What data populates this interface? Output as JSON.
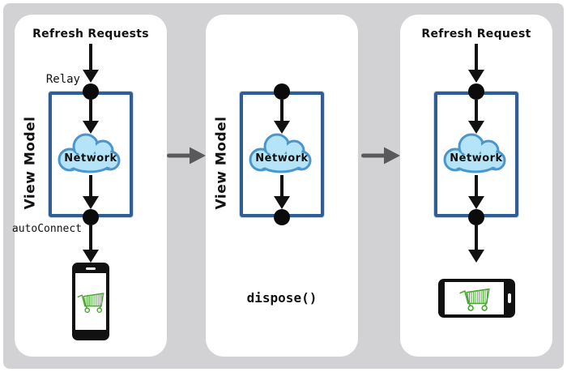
{
  "figure": {
    "description_labels": {
      "panel_count": 3
    }
  },
  "panels": [
    {
      "title": "Refresh Requests",
      "relay_label": "Relay",
      "view_model_label": "View Model",
      "cloud_label": "Network",
      "bottom_label": "autoConnect",
      "device_icon": "smartphone-portrait-with-shopping-cart"
    },
    {
      "view_model_label": "View Model",
      "cloud_label": "Network",
      "bottom_label": "dispose()"
    },
    {
      "title": "Refresh Request",
      "cloud_label": "Network",
      "device_icon": "smartphone-landscape-with-shopping-cart"
    }
  ],
  "icons": {
    "between_panels": "right-arrow-icon",
    "flow": "down-arrow-icon",
    "node": "black-dot",
    "network": "cloud-icon",
    "cart": "shopping-cart-icon"
  },
  "colors": {
    "background": "#d2d2d4",
    "panel": "#ffffff",
    "view_model_border": "#2e5e94",
    "cloud_fill": "#b5e3f7",
    "cloud_border": "#4a96cc",
    "black": "#111111",
    "gray_arrow": "#595959",
    "cart_green": "#4aa832"
  }
}
